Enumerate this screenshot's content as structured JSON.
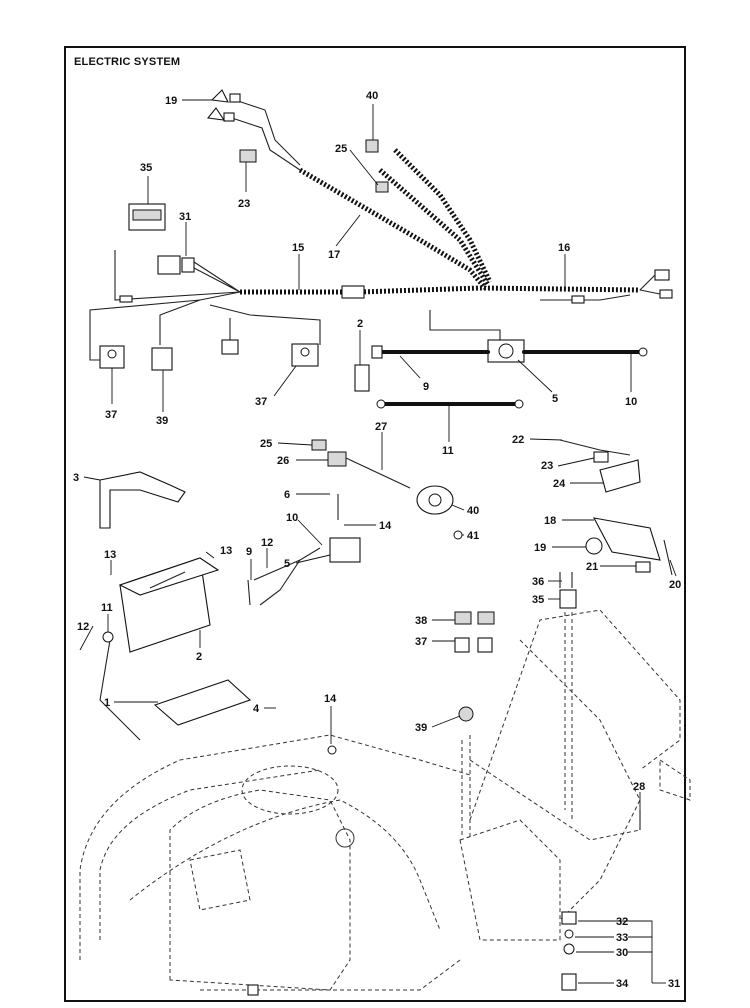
{
  "title": "ELECTRIC SYSTEM",
  "callouts": [
    {
      "id": "c19a",
      "label": "19"
    },
    {
      "id": "c40a",
      "label": "40"
    },
    {
      "id": "c35a",
      "label": "35"
    },
    {
      "id": "c25a",
      "label": "25"
    },
    {
      "id": "c23a",
      "label": "23"
    },
    {
      "id": "c31a",
      "label": "31"
    },
    {
      "id": "c17",
      "label": "17"
    },
    {
      "id": "c15",
      "label": "15"
    },
    {
      "id": "c16",
      "label": "16"
    },
    {
      "id": "c2a",
      "label": "2"
    },
    {
      "id": "c9a",
      "label": "9"
    },
    {
      "id": "c5a",
      "label": "5"
    },
    {
      "id": "c10a",
      "label": "10"
    },
    {
      "id": "c37a",
      "label": "37"
    },
    {
      "id": "c39a",
      "label": "39"
    },
    {
      "id": "c37b",
      "label": "37"
    },
    {
      "id": "c11a",
      "label": "11"
    },
    {
      "id": "c25b",
      "label": "25"
    },
    {
      "id": "c27",
      "label": "27"
    },
    {
      "id": "c26",
      "label": "26"
    },
    {
      "id": "c22",
      "label": "22"
    },
    {
      "id": "c23b",
      "label": "23"
    },
    {
      "id": "c24",
      "label": "24"
    },
    {
      "id": "c3",
      "label": "3"
    },
    {
      "id": "c6",
      "label": "6"
    },
    {
      "id": "c40b",
      "label": "40"
    },
    {
      "id": "c41",
      "label": "41"
    },
    {
      "id": "c10b",
      "label": "10"
    },
    {
      "id": "c14a",
      "label": "14"
    },
    {
      "id": "c18",
      "label": "18"
    },
    {
      "id": "c13a",
      "label": "13"
    },
    {
      "id": "c13b",
      "label": "13"
    },
    {
      "id": "c12a",
      "label": "12"
    },
    {
      "id": "c5b",
      "label": "5"
    },
    {
      "id": "c9b",
      "label": "9"
    },
    {
      "id": "c19b",
      "label": "19"
    },
    {
      "id": "c21",
      "label": "21"
    },
    {
      "id": "c20",
      "label": "20"
    },
    {
      "id": "c36",
      "label": "36"
    },
    {
      "id": "c35b",
      "label": "35"
    },
    {
      "id": "c11b",
      "label": "11"
    },
    {
      "id": "c12b",
      "label": "12"
    },
    {
      "id": "c2b",
      "label": "2"
    },
    {
      "id": "c38",
      "label": "38"
    },
    {
      "id": "c37c",
      "label": "37"
    },
    {
      "id": "c1",
      "label": "1"
    },
    {
      "id": "c4",
      "label": "4"
    },
    {
      "id": "c14b",
      "label": "14"
    },
    {
      "id": "c39b",
      "label": "39"
    },
    {
      "id": "c28",
      "label": "28"
    },
    {
      "id": "c32",
      "label": "32"
    },
    {
      "id": "c33",
      "label": "33"
    },
    {
      "id": "c30",
      "label": "30"
    },
    {
      "id": "c31b",
      "label": "31"
    },
    {
      "id": "c34",
      "label": "34"
    }
  ]
}
